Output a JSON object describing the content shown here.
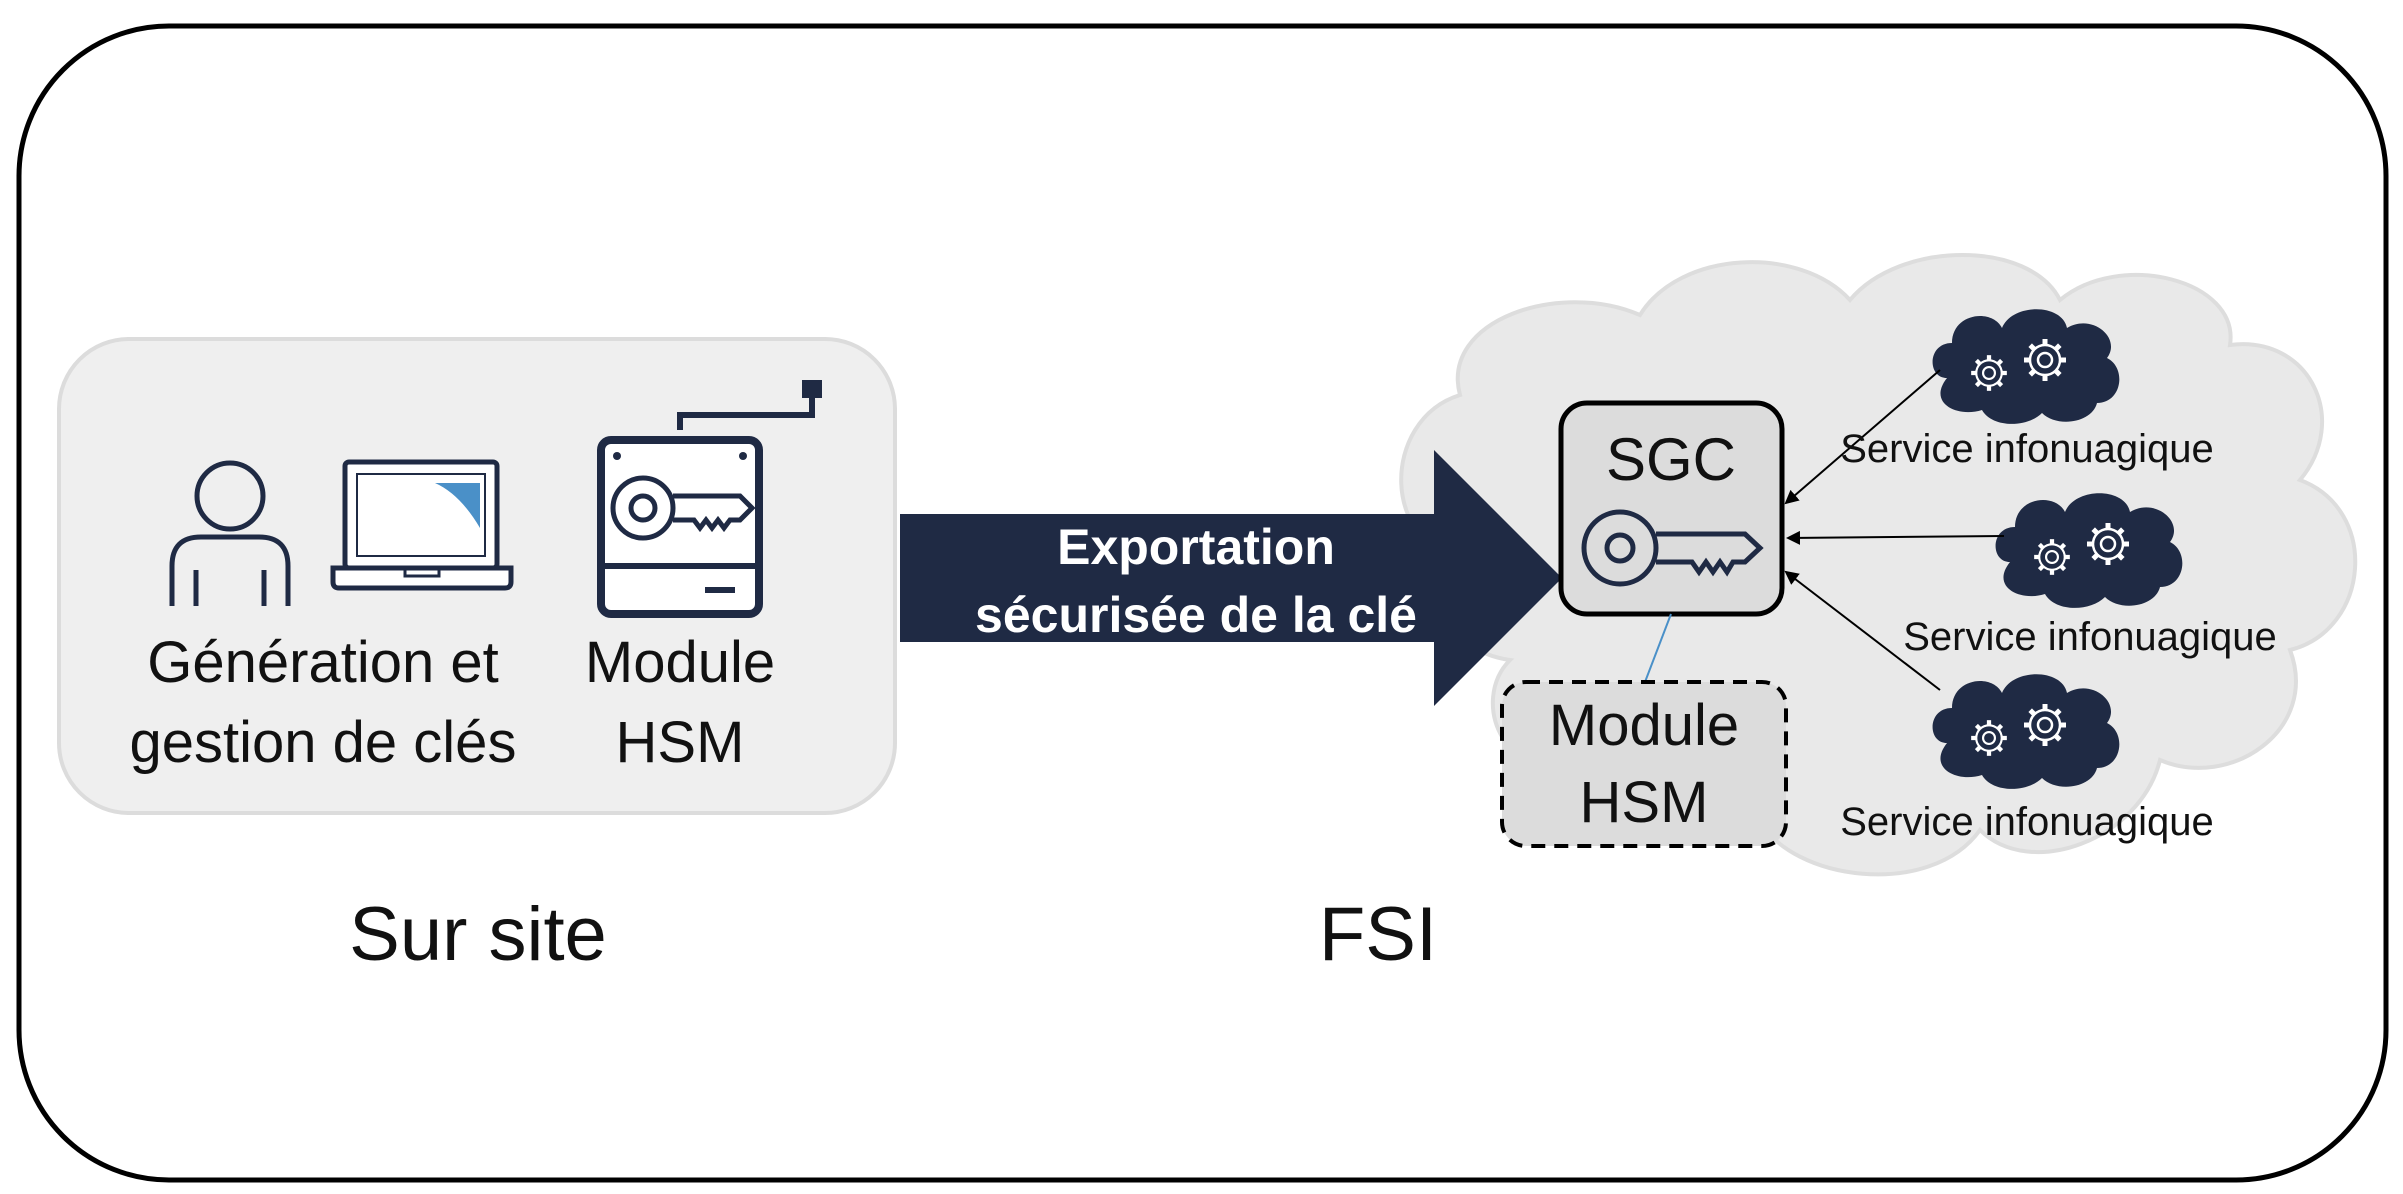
{
  "onsite": {
    "label_line1": "Génération et",
    "label_line2": "gestion de clés",
    "hsm_line1": "Module",
    "hsm_line2": "HSM",
    "caption": "Sur site"
  },
  "arrow": {
    "line1": "Exportation",
    "line2": "sécurisée de la clé"
  },
  "cloud": {
    "caption": "FSI",
    "sgc_label": "SGC",
    "hsm_line1": "Module",
    "hsm_line2": "HSM",
    "services": [
      {
        "label": "Service infonuagique"
      },
      {
        "label": "Service infonuagique"
      },
      {
        "label": "Service infonuagique"
      }
    ]
  },
  "colors": {
    "navy": "#1f2a44",
    "panel_gray": "#efefef",
    "cloud_gray": "#e9e9e9",
    "accent_blue": "#4a90c8"
  },
  "icons": [
    "person-icon",
    "laptop-icon",
    "hsm-device-icon",
    "key-icon",
    "gears-cloud-icon"
  ]
}
